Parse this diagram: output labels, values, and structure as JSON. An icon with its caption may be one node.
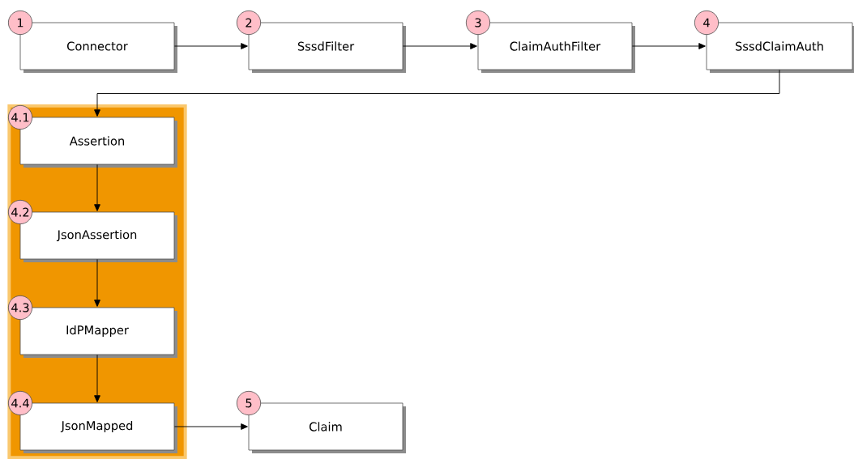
{
  "diagram": {
    "nodes": [
      {
        "text": [
          "Connector"
        ],
        "beside": [
          "1"
        ]
      },
      {
        "text": [
          "SssdFilter"
        ],
        "beside": [
          "2"
        ]
      },
      {
        "text": [
          "ClaimAuthFilter"
        ],
        "beside": [
          "3"
        ]
      },
      {
        "text": [
          "SssdClaimAuth"
        ],
        "beside": [
          "4"
        ]
      },
      {
        "text": [],
        "shape": "box"
      },
      {
        "text": [
          "Assertion"
        ],
        "beside": [
          "4.1"
        ],
        "in": 4
      },
      {
        "text": [
          "JsonAssertion"
        ],
        "beside": [
          "4.2"
        ],
        "in": 4
      },
      {
        "text": [
          "IdPMapper"
        ],
        "beside": [
          "4.3"
        ],
        "in": 4
      },
      {
        "text": [
          "JsonMapped"
        ],
        "beside": [
          "4.4"
        ],
        "in": 4
      },
      {
        "text": [
          "Claim"
        ],
        "beside": [
          "5"
        ]
      }
    ],
    "edges": [
      {
        "from": 0,
        "to": 1,
        "arrow": "to"
      },
      {
        "from": 1,
        "to": 2,
        "arrow": "to"
      },
      {
        "from": 2,
        "to": 3,
        "arrow": "to"
      },
      {
        "from": 3,
        "to": 5,
        "arrow": "to"
      },
      {
        "from": 5,
        "to": 6,
        "arrow": "to"
      },
      {
        "from": 6,
        "to": 7,
        "arrow": "to"
      },
      {
        "from": 7,
        "to": 8,
        "arrow": "to"
      },
      {
        "from": 8,
        "to": 9,
        "arrow": "to"
      }
    ]
  }
}
